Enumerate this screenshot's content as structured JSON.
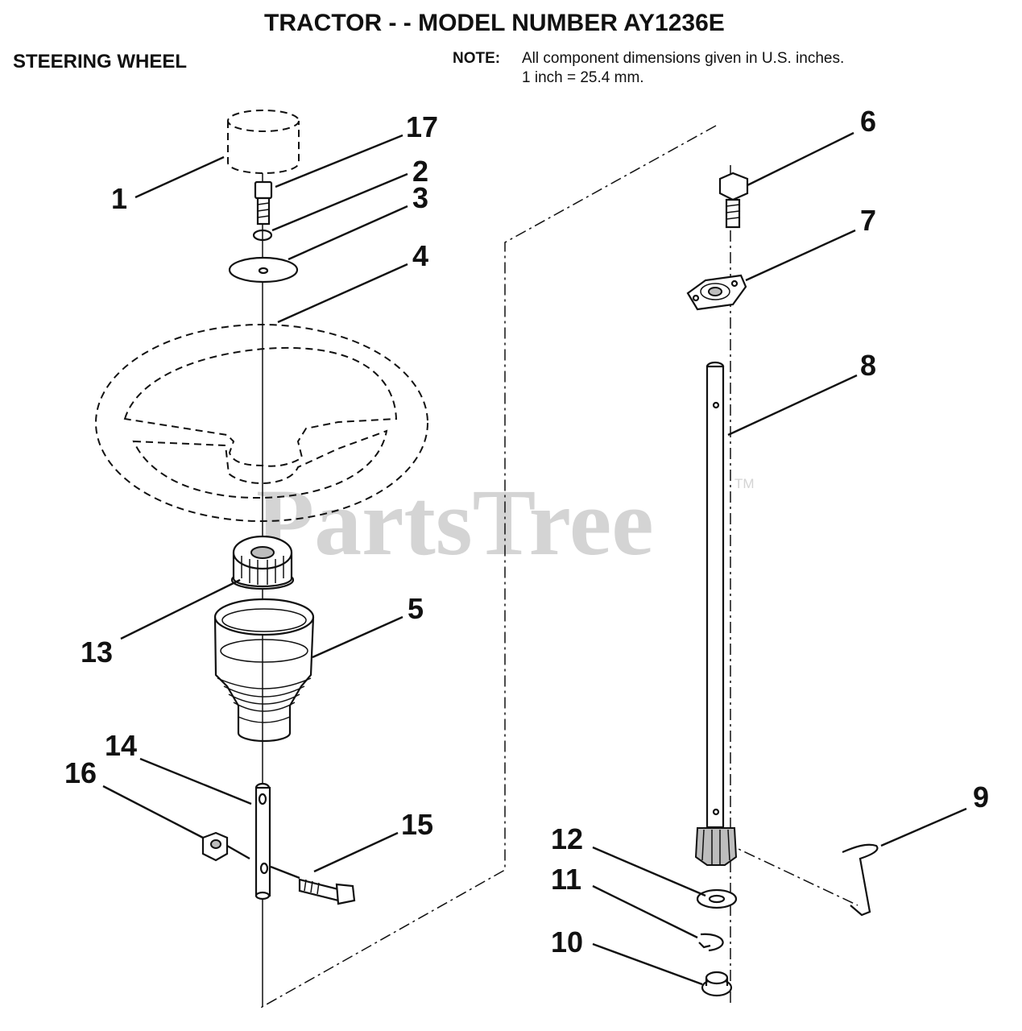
{
  "title": "TRACTOR - - MODEL NUMBER AY1236E",
  "subtitle": "STEERING WHEEL",
  "note": {
    "label": "NOTE:",
    "line1": "All component dimensions given in U.S. inches.",
    "line2": "1 inch = 25.4 mm."
  },
  "watermark": {
    "text": "PartsTree",
    "tm": "TM"
  },
  "callouts": {
    "c1": "1",
    "c2": "2",
    "c3": "3",
    "c4": "4",
    "c5": "5",
    "c6": "6",
    "c7": "7",
    "c8": "8",
    "c9": "9",
    "c10": "10",
    "c11": "11",
    "c12": "12",
    "c13": "13",
    "c14": "14",
    "c15": "15",
    "c16": "16",
    "c17": "17"
  }
}
